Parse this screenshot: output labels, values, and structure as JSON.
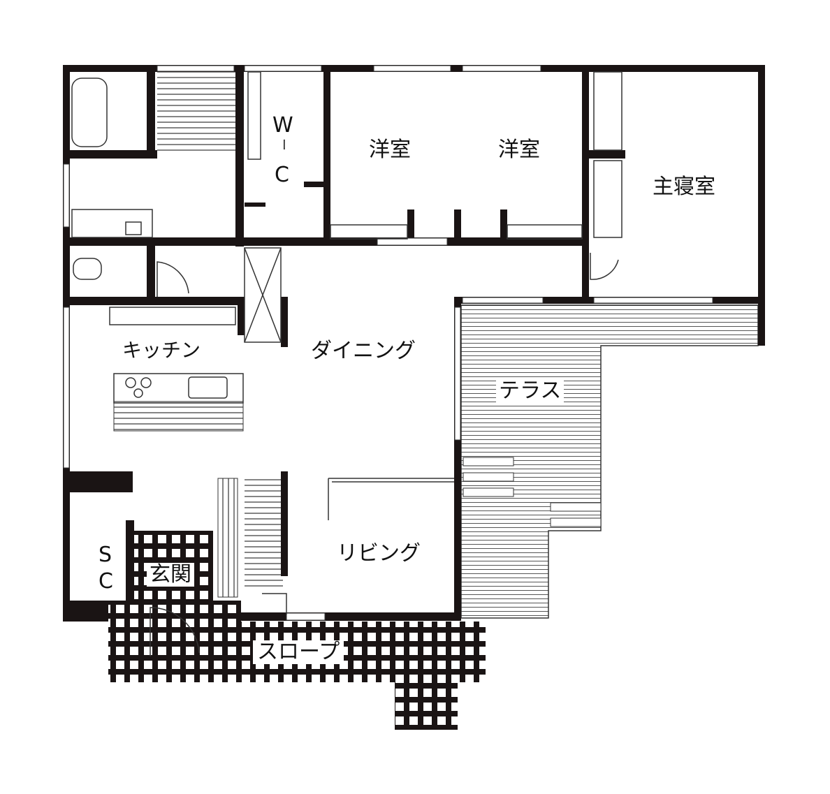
{
  "rooms": {
    "wic_w": "W",
    "wic_dash": "ー",
    "wic_c": "C",
    "western1": "洋室",
    "western2": "洋室",
    "master": "主寝室",
    "kitchen": "キッチン",
    "dining": "ダイニング",
    "terrace": "テラス",
    "living": "リビング",
    "sc_s": "S",
    "sc_c": "C",
    "entrance": "玄関",
    "slope": "スロープ"
  },
  "colors": {
    "wall": "#1a1414",
    "line": "#333333",
    "background": "#ffffff"
  }
}
